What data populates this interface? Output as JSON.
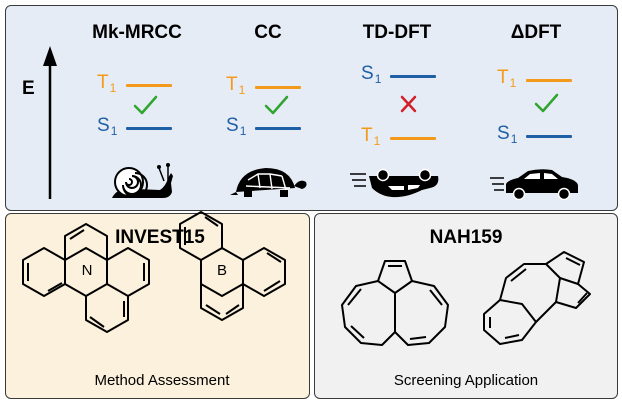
{
  "axis": {
    "label": "E"
  },
  "methods": [
    {
      "name": "Mk-MRCC",
      "upper": "T",
      "lower": "S",
      "verdict": "check",
      "speed_icon": "snail-icon"
    },
    {
      "name": "CC",
      "upper": "T",
      "lower": "S",
      "verdict": "check",
      "speed_icon": "turtle-icon"
    },
    {
      "name": "TD-DFT",
      "upper": "S",
      "lower": "T",
      "verdict": "cross",
      "speed_icon": "crashed-car-icon"
    },
    {
      "name": "ΔDFT",
      "upper": "T",
      "lower": "S",
      "verdict": "check",
      "speed_icon": "fast-car-icon"
    }
  ],
  "state_subscript": "1",
  "datasets": {
    "left": {
      "title": "INVEST15",
      "caption": "Method Assessment",
      "atoms": [
        "N",
        "B"
      ]
    },
    "right": {
      "title": "NAH159",
      "caption": "Screening Application"
    }
  },
  "colors": {
    "triplet": "#f39a1b",
    "singlet": "#1f5fa6",
    "check": "#2fa52f",
    "cross": "#d0202a",
    "top_panel": "#e6ecf5",
    "left_panel": "#fbf1dc",
    "right_panel": "#f1f1f1"
  }
}
